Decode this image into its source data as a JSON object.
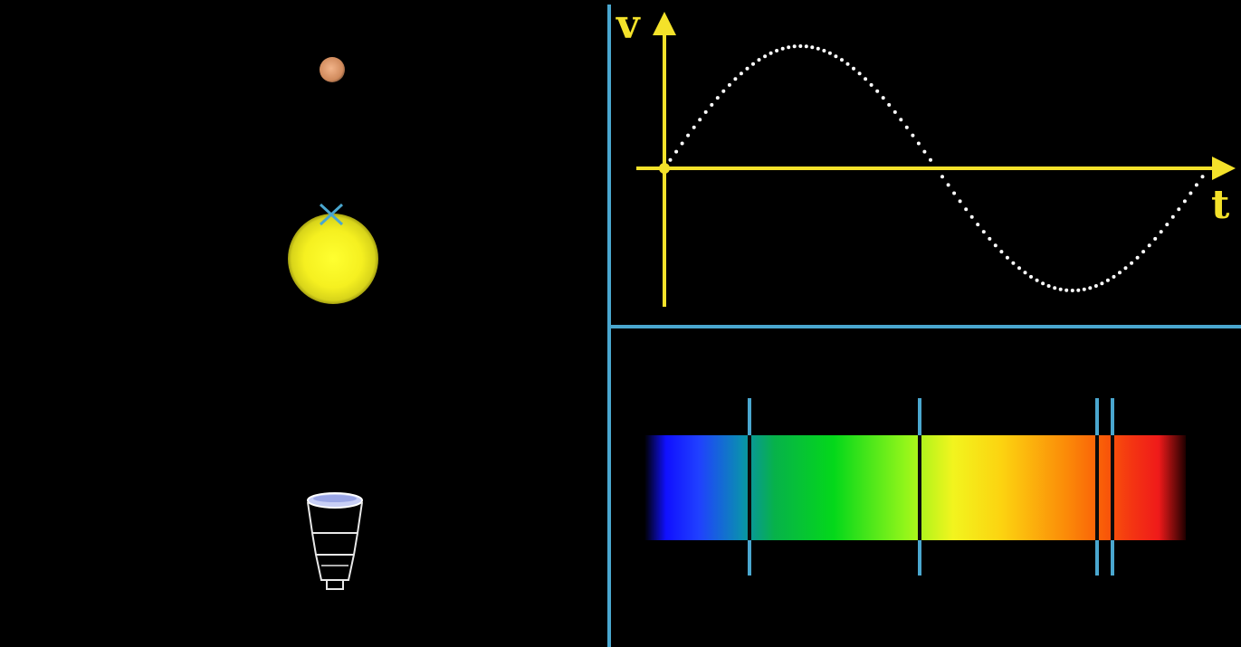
{
  "graph": {
    "y_axis_label": "v",
    "x_axis_label": "t"
  },
  "colors": {
    "background": "#000000",
    "divider": "#4aa7cf",
    "axis": "#f4e22a",
    "curve": "#ffffff",
    "star": "#ffff30",
    "planet": "#d08a5c",
    "absorption_line": "#0a0a0a"
  },
  "chart_data": {
    "type": "line",
    "title": "",
    "xlabel": "t",
    "ylabel": "v",
    "grid": false,
    "series": [
      {
        "style": "dotted",
        "curve": "sine",
        "amplitude": 1,
        "period_fraction_shown": 1
      }
    ]
  },
  "spectrum": {
    "gradient_order": [
      "blue",
      "green",
      "yellow",
      "orange",
      "red"
    ],
    "absorption_line_count": 4
  },
  "icons": {
    "planet": "planet-icon",
    "star": "star-icon",
    "barycenter": "barycenter-x-icon",
    "telescope": "telescope-icon"
  }
}
